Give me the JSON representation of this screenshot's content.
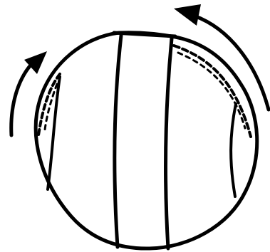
{
  "illustration": {
    "subject": "rotating-ball",
    "ink_color": "#000000",
    "background_color": "#ffffff",
    "rotation_arrows": [
      {
        "side": "left",
        "direction": "up"
      },
      {
        "side": "right",
        "direction": "counter-clockwise"
      }
    ]
  }
}
